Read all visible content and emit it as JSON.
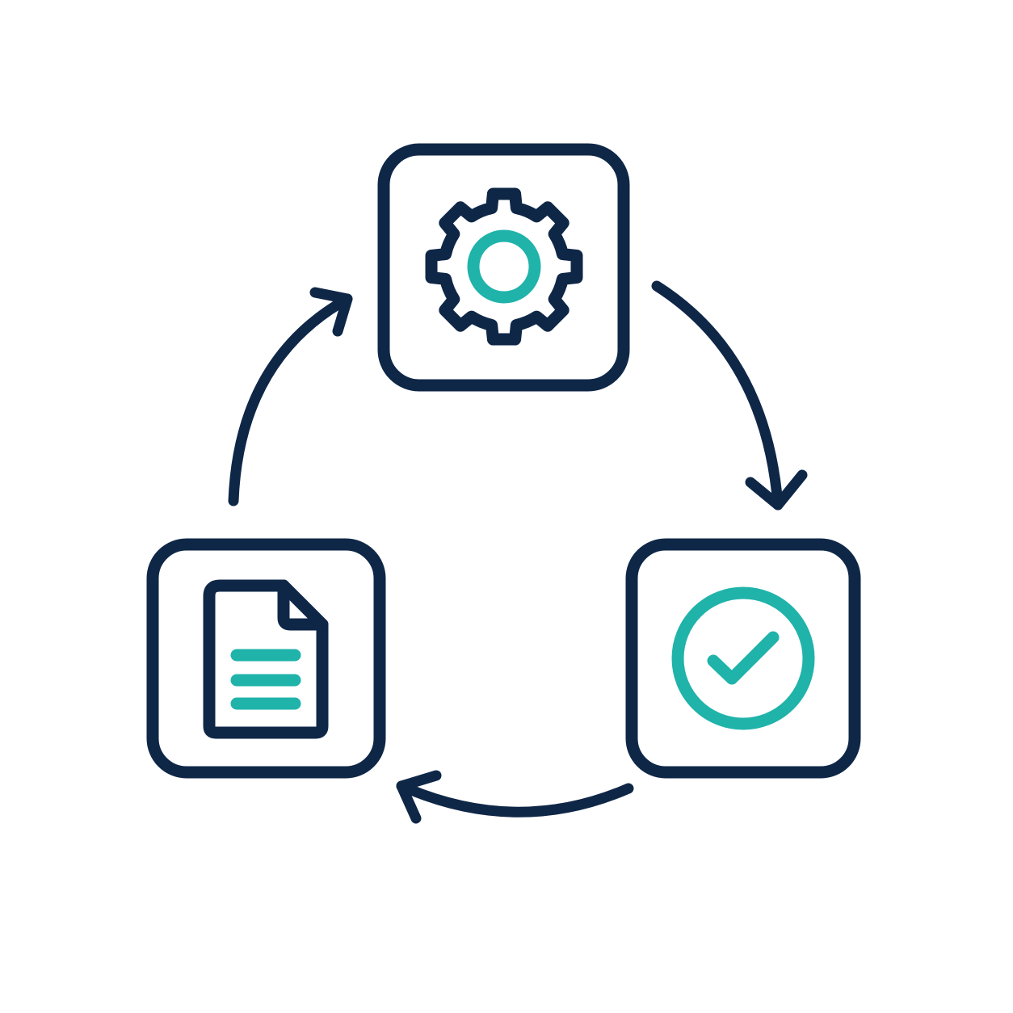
{
  "colors": {
    "primary": "#0f2747",
    "accent": "#1fb3aa",
    "background": "#ffffff"
  },
  "nodes": [
    {
      "id": "process",
      "icon": "gear-icon"
    },
    {
      "id": "verify",
      "icon": "check-circle-icon"
    },
    {
      "id": "document",
      "icon": "document-icon"
    }
  ],
  "cycle": [
    {
      "from": "process",
      "to": "verify"
    },
    {
      "from": "verify",
      "to": "document"
    },
    {
      "from": "document",
      "to": "process"
    }
  ]
}
